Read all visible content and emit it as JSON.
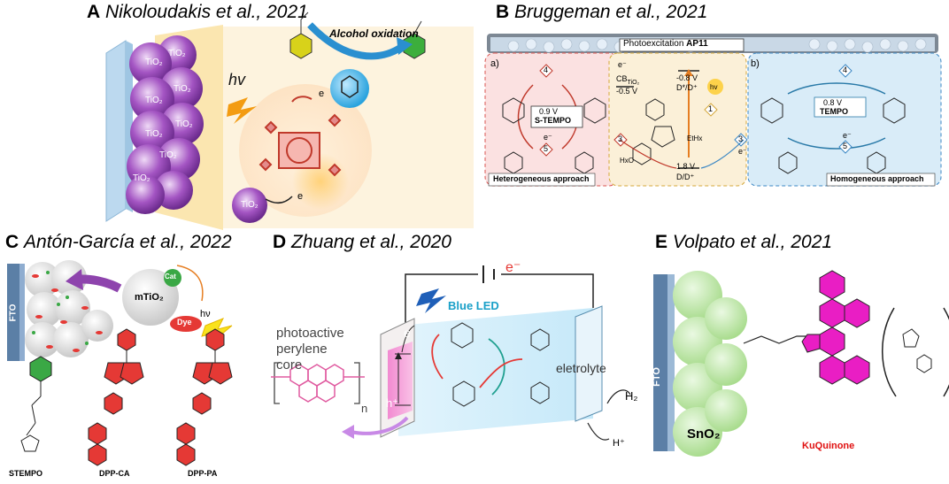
{
  "panel_a": {
    "letter": "A",
    "author": "Nikoloudakis et al., 2021",
    "reaction_label": "Alcohol oxidation",
    "light": "hv",
    "electron": "e",
    "tio2": "TiO₂"
  },
  "panel_b": {
    "letter": "B",
    "author": "Bruggeman et al., 2021",
    "banner": "Photoexcitation",
    "banner_bold": "AP11",
    "sub_a": "a)",
    "sub_b": "b)",
    "stempo_v": "0.9 V",
    "stempo": "S-TEMPO",
    "tempo_v": "0.8 V",
    "tempo": "TEMPO",
    "cb": "CB",
    "cb_sub": "TiO₂",
    "cb_v": "-0.5 V",
    "excited_v": "-0.8 V",
    "excited": "D*/D⁺",
    "ground_v": "1.8 V",
    "ground": "D/D⁺",
    "hv": "hv",
    "etgroup": "EtHx",
    "hexo": "HxO",
    "step1": "1",
    "step3": "3",
    "step4": "4",
    "step5": "5",
    "e": "e⁻",
    "hetero": "Heterogeneous approach",
    "homo": "Homogeneous approach"
  },
  "panel_c": {
    "letter": "C",
    "author": "Antón-García et al., 2022",
    "fto": "FTO",
    "mtio2": "mTiO₂",
    "cat": "Cat",
    "dye": "Dye",
    "hv": "hν",
    "stempo": "STEMPO",
    "dppca": "DPP-CA",
    "dpppa": "DPP-PA"
  },
  "panel_d": {
    "letter": "D",
    "author": "Zhuang et al., 2020",
    "electron": "e⁻",
    "led": "Blue LED",
    "core_l1": "photoactive",
    "core_l2": "perylene",
    "core_l3": "core",
    "n": "n",
    "electrolyte": "eletrolyte",
    "h2": "H₂",
    "hplus": "H⁺",
    "e": "e",
    "h": "h⁺"
  },
  "panel_e": {
    "letter": "E",
    "author": "Volpato et al., 2021",
    "fto": "FTO",
    "sno2": "SnO₂",
    "dye": "KuQuinone"
  }
}
